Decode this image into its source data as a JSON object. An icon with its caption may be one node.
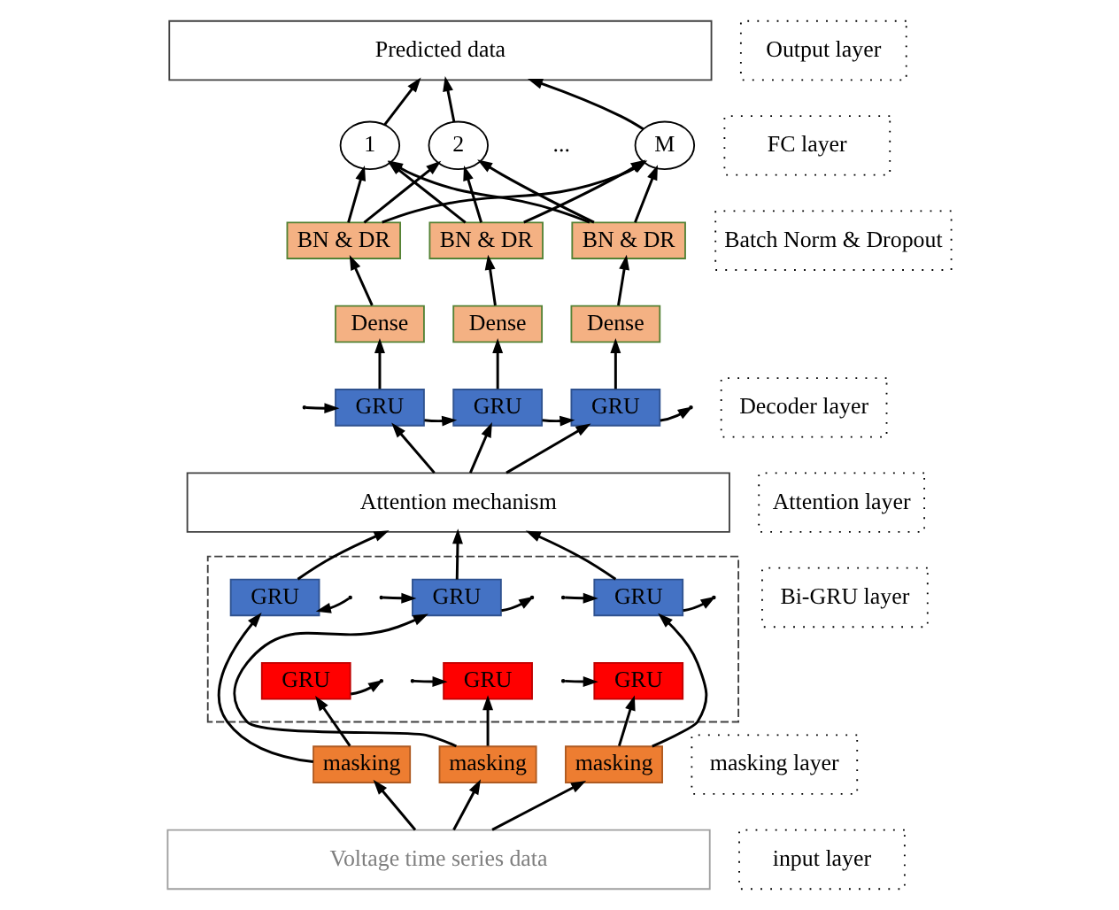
{
  "diagram": {
    "nodes": [
      {
        "text": [
          "Predicted data"
        ]
      },
      {
        "text": [
          "Output layer"
        ]
      },
      {
        "text": [
          "1"
        ]
      },
      {
        "text": [
          "2"
        ]
      },
      {
        "text": [
          "M"
        ]
      },
      {
        "text": [
          "FC layer"
        ]
      },
      {
        "text": [
          "BN & DR"
        ]
      },
      {
        "text": [
          "BN & DR"
        ]
      },
      {
        "text": [
          "BN & DR"
        ]
      },
      {
        "text": [
          "Batch Norm & Dropout"
        ]
      },
      {
        "text": [
          "Dense"
        ]
      },
      {
        "text": [
          "Dense"
        ]
      },
      {
        "text": [
          "Dense"
        ]
      },
      {
        "text": [
          "GRU"
        ]
      },
      {
        "text": [
          "GRU"
        ]
      },
      {
        "text": [
          "GRU"
        ]
      },
      {
        "text": [
          "Decoder layer"
        ]
      },
      {
        "text": [
          "Attention mechanism"
        ]
      },
      {
        "text": [
          "Attention layer"
        ]
      },
      {
        "text": [],
        "shape": "box"
      },
      {
        "text": [
          "GRU"
        ],
        "in": 19
      },
      {
        "text": [
          "GRU"
        ],
        "in": 19
      },
      {
        "text": [
          "GRU"
        ],
        "in": 19
      },
      {
        "text": [
          "Bi-GRU layer"
        ]
      },
      {
        "text": [
          "GRU"
        ],
        "in": 19
      },
      {
        "text": [
          "GRU"
        ],
        "in": 19
      },
      {
        "text": [
          "GRU"
        ],
        "in": 19
      },
      {
        "text": [
          "masking"
        ]
      },
      {
        "text": [
          "masking"
        ]
      },
      {
        "text": [
          "masking"
        ]
      },
      {
        "text": [
          "masking layer"
        ]
      },
      {
        "text": [
          "Voltage time series data"
        ]
      },
      {
        "text": [
          "input layer"
        ]
      }
    ],
    "edges": [
      {
        "from": 2,
        "to": 0,
        "arrow": "to"
      },
      {
        "from": 3,
        "to": 0,
        "arrow": "to"
      },
      {
        "from": 4,
        "to": 0,
        "arrow": "to"
      },
      {
        "from": 6,
        "to": 2,
        "arrow": "to"
      },
      {
        "from": 6,
        "to": 3,
        "arrow": "to"
      },
      {
        "from": 6,
        "to": 4,
        "arrow": "to"
      },
      {
        "from": 7,
        "to": 2,
        "arrow": "to"
      },
      {
        "from": 7,
        "to": 3,
        "arrow": "to"
      },
      {
        "from": 7,
        "to": 4,
        "arrow": "to"
      },
      {
        "from": 8,
        "to": 2,
        "arrow": "to"
      },
      {
        "from": 8,
        "to": 3,
        "arrow": "to"
      },
      {
        "from": 8,
        "to": 4,
        "arrow": "to"
      },
      {
        "from": 10,
        "to": 6,
        "arrow": "to"
      },
      {
        "from": 11,
        "to": 7,
        "arrow": "to"
      },
      {
        "from": 12,
        "to": 8,
        "arrow": "to"
      },
      {
        "from": 13,
        "to": 10,
        "arrow": "to"
      },
      {
        "from": 14,
        "to": 11,
        "arrow": "to"
      },
      {
        "from": 15,
        "to": 12,
        "arrow": "to"
      },
      {
        "from": null,
        "to": 13,
        "arrow": "to"
      },
      {
        "from": 13,
        "to": 14,
        "arrow": "to"
      },
      {
        "from": 14,
        "to": 15,
        "arrow": "to"
      },
      {
        "from": 15,
        "to": null,
        "arrow": "to"
      },
      {
        "from": 17,
        "to": 13,
        "arrow": "to"
      },
      {
        "from": 17,
        "to": 14,
        "arrow": "to"
      },
      {
        "from": 17,
        "to": 15,
        "arrow": "to"
      },
      {
        "from": 20,
        "to": 17,
        "arrow": "to"
      },
      {
        "from": 21,
        "to": 17,
        "arrow": "to"
      },
      {
        "from": 22,
        "to": 17,
        "arrow": "to"
      },
      {
        "from": null,
        "to": 20,
        "arrow": "to"
      },
      {
        "from": 21,
        "to": null,
        "arrow": "to"
      },
      {
        "from": null,
        "to": 21,
        "arrow": "to"
      },
      {
        "from": 22,
        "to": null,
        "arrow": "to"
      },
      {
        "from": null,
        "to": 22,
        "arrow": "to"
      },
      {
        "from": 24,
        "to": null,
        "arrow": "to"
      },
      {
        "from": null,
        "to": 25,
        "arrow": "to"
      },
      {
        "from": null,
        "to": 26,
        "arrow": "to"
      },
      {
        "from": 27,
        "to": 20,
        "arrow": "to"
      },
      {
        "from": 28,
        "to": 21,
        "arrow": "to"
      },
      {
        "from": 29,
        "to": 22,
        "arrow": "to"
      },
      {
        "from": 27,
        "to": 24,
        "arrow": "to"
      },
      {
        "from": 28,
        "to": 25,
        "arrow": "to"
      },
      {
        "from": 29,
        "to": 26,
        "arrow": "to"
      },
      {
        "from": 31,
        "to": 27,
        "arrow": "to"
      },
      {
        "from": 31,
        "to": 28,
        "arrow": "to"
      },
      {
        "from": 31,
        "to": 29,
        "arrow": "to"
      }
    ],
    "labels": [
      "..."
    ]
  }
}
